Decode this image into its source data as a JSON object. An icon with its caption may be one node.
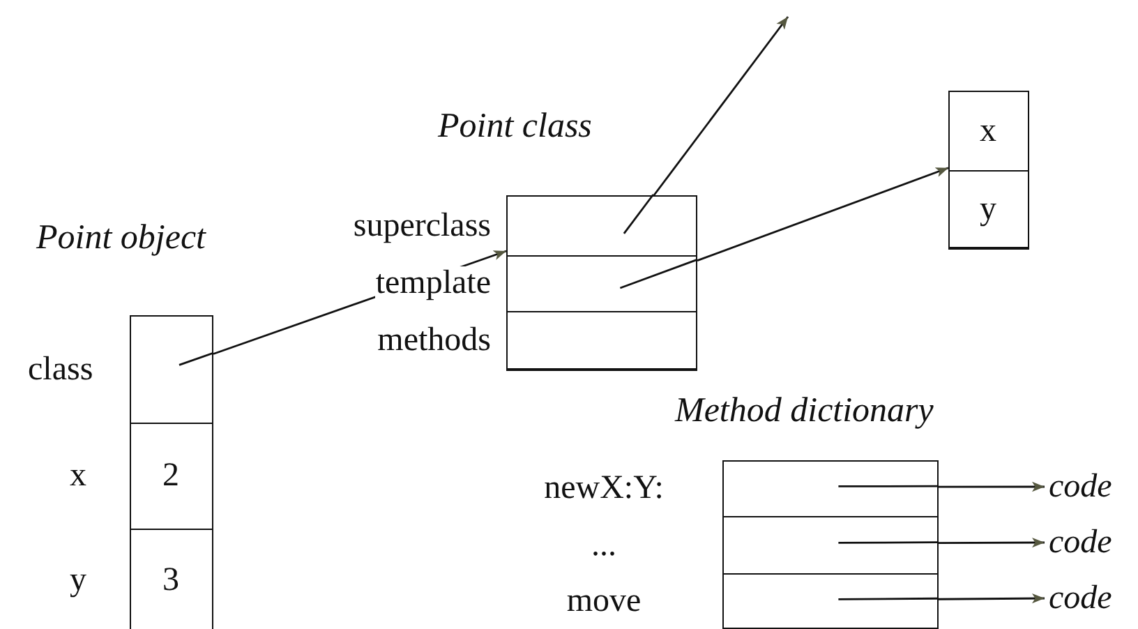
{
  "diagram": {
    "nodes": [
      {
        "text": [
          "Point object"
        ]
      },
      {
        "text": [],
        "shape": "box",
        "in": 0,
        "beside": [
          "class"
        ]
      },
      {
        "text": [
          "2"
        ],
        "in": 0,
        "beside": [
          "x"
        ]
      },
      {
        "text": [
          "3"
        ],
        "in": 0,
        "beside": [
          "y"
        ]
      },
      {
        "text": [
          "Point class"
        ]
      },
      {
        "text": [],
        "shape": "box",
        "in": 4,
        "beside": [
          "superclass"
        ]
      },
      {
        "text": [],
        "shape": "box",
        "in": 4,
        "beside": [
          "template"
        ]
      },
      {
        "text": [],
        "shape": "box",
        "in": 4,
        "beside": [
          "methods"
        ]
      },
      {
        "text": [],
        "shape": "box"
      },
      {
        "text": [
          "x"
        ],
        "in": 8
      },
      {
        "text": [
          "y"
        ],
        "in": 8
      },
      {
        "text": [
          "Method dictionary"
        ]
      },
      {
        "text": [],
        "shape": "box",
        "in": 11,
        "beside": [
          "newX:Y:"
        ]
      },
      {
        "text": [],
        "shape": "box",
        "in": 11,
        "beside": [
          "..."
        ]
      },
      {
        "text": [],
        "shape": "box",
        "in": 11,
        "beside": [
          "move"
        ]
      },
      {
        "text": [
          "code"
        ]
      },
      {
        "text": [
          "code"
        ]
      },
      {
        "text": [
          "code"
        ]
      }
    ],
    "edges": [
      {
        "from": 1,
        "to": 5,
        "arrow": "to"
      },
      {
        "from": 5,
        "to": null,
        "arrow": "to"
      },
      {
        "from": 6,
        "to": 8,
        "arrow": "to"
      },
      {
        "from": 12,
        "to": 15,
        "arrow": "to"
      },
      {
        "from": 13,
        "to": 16,
        "arrow": "to"
      },
      {
        "from": 14,
        "to": 17,
        "arrow": "to"
      }
    ]
  }
}
